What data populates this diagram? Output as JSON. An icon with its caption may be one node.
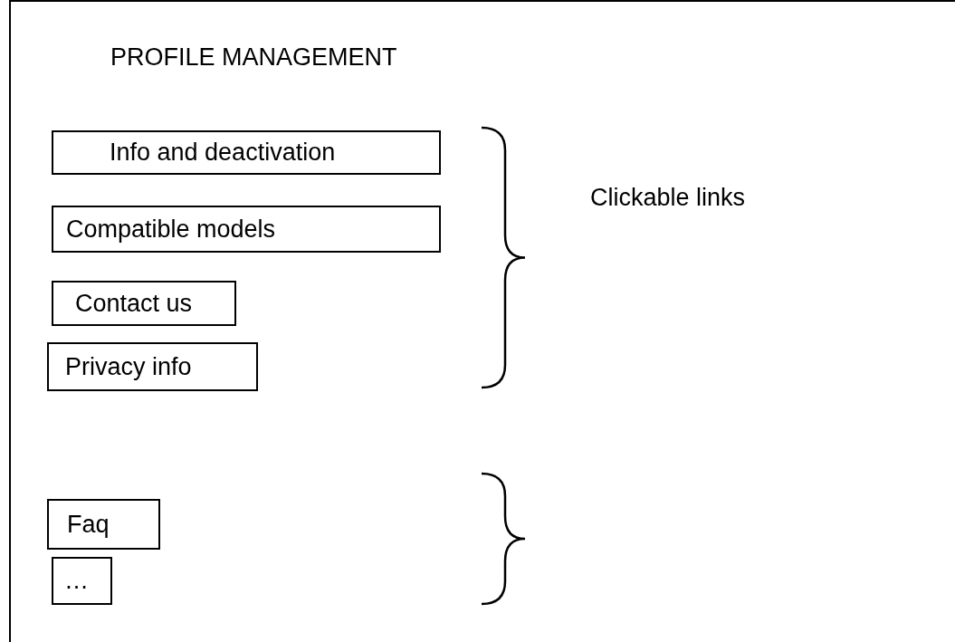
{
  "diagram": {
    "nodes": [
      {
        "text": [
          "PROFILE MANAGEMENT"
        ]
      },
      {
        "text": [
          "Info and deactivation"
        ],
        "in": 0
      },
      {
        "text": [
          "Compatible models"
        ],
        "in": 0
      },
      {
        "text": [
          "Contact us"
        ],
        "in": 0
      },
      {
        "text": [
          "Privacy info"
        ],
        "in": 0
      },
      {
        "text": [
          "Faq"
        ],
        "in": 0
      },
      {
        "text": [
          "…"
        ],
        "in": 0
      }
    ],
    "labels": [
      "Clickable links"
    ]
  }
}
